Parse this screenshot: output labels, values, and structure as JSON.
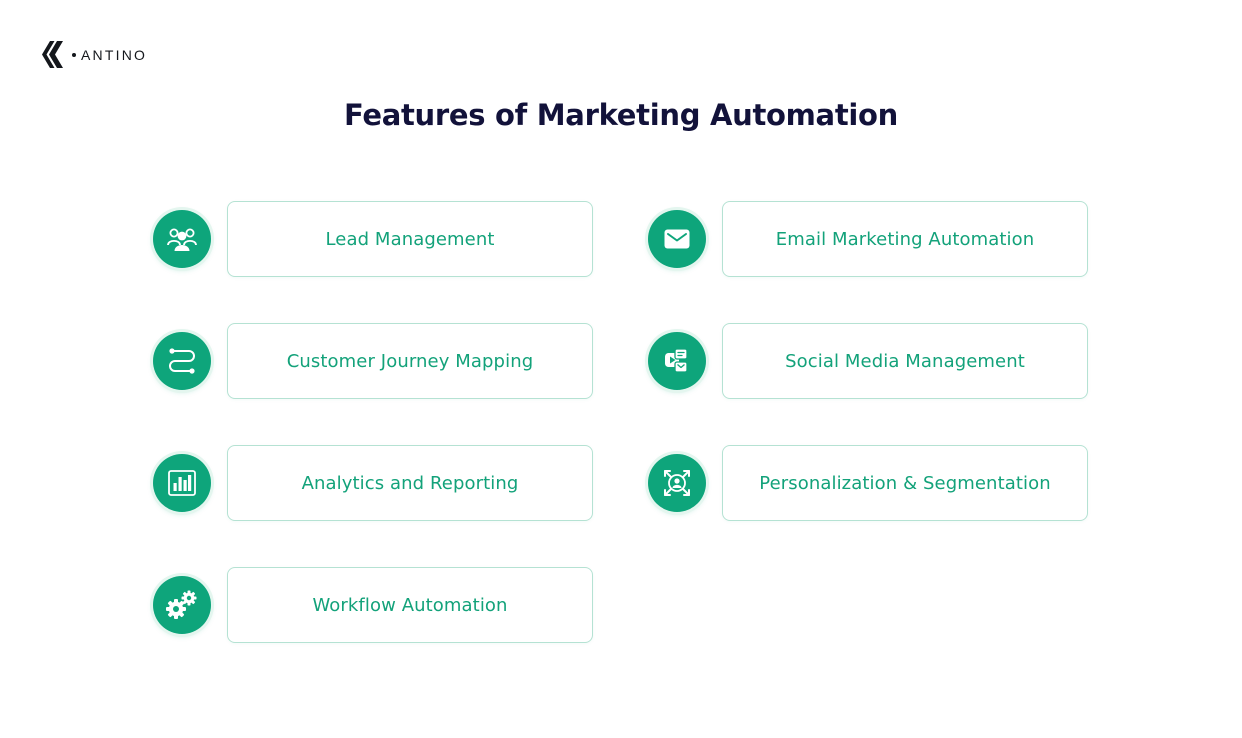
{
  "brand": {
    "name": "ANTINO"
  },
  "page": {
    "title": "Features of Marketing Automation"
  },
  "colors": {
    "accent": "#0ea57b",
    "label": "#13a27a",
    "title": "#12123a",
    "card_border": "#b5e2d3"
  },
  "features": [
    {
      "label": "Lead Management",
      "icon": "users-group-icon"
    },
    {
      "label": "Email Marketing Automation",
      "icon": "envelope-icon"
    },
    {
      "label": "Customer Journey Mapping",
      "icon": "journey-path-icon"
    },
    {
      "label": "Social Media Management",
      "icon": "social-media-icon"
    },
    {
      "label": "Analytics and Reporting",
      "icon": "bar-chart-icon"
    },
    {
      "label": "Personalization & Segmentation",
      "icon": "target-user-icon"
    },
    {
      "label": "Workflow Automation",
      "icon": "gears-icon"
    }
  ]
}
